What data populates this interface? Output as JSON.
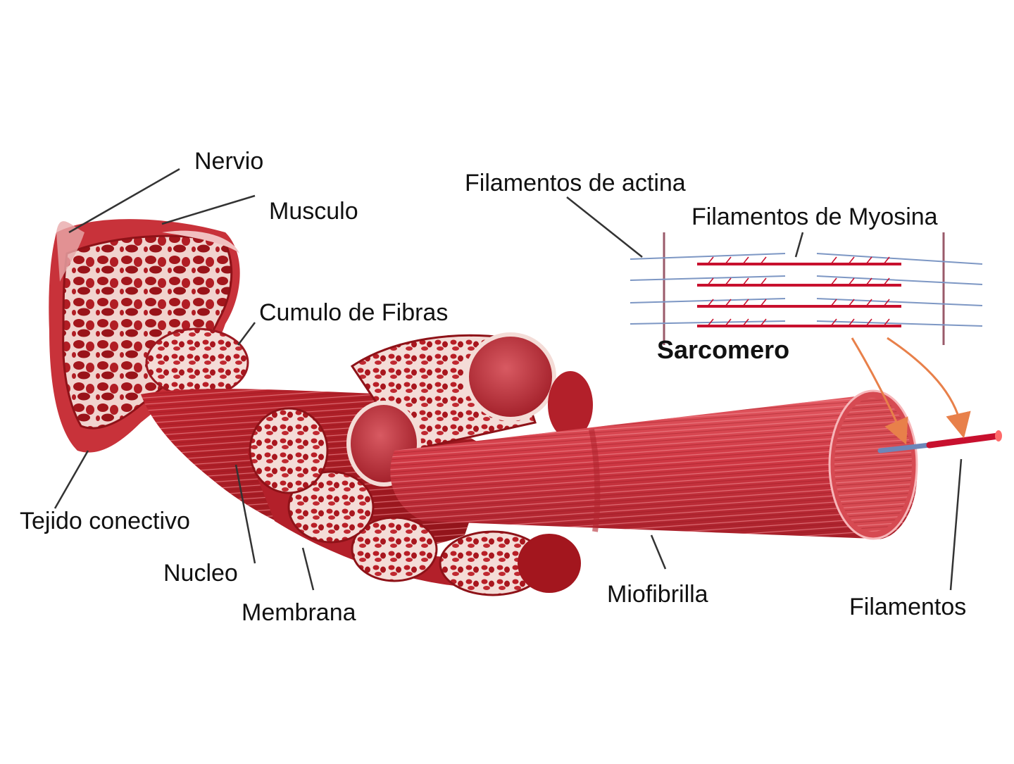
{
  "labels": {
    "nervio": "Nervio",
    "musculo": "Musculo",
    "cumulo": "Cumulo de Fibras",
    "tejido": "Tejido conectivo",
    "nucleo": "Nucleo",
    "membrana": "Membrana",
    "miofibrilla": "Miofibrilla",
    "filamentos": "Filamentos",
    "actina": "Filamentos de actina",
    "myosina": "Filamentos de Myosina",
    "sarcomero": "Sarcomero"
  },
  "colors": {
    "muscle_dark": "#a4161a",
    "muscle_mid": "#c8323a",
    "muscle_light": "#e8747a",
    "connective": "#f3d6d2",
    "actin_line": "#7d97c4",
    "myosin_line": "#c8102e",
    "z_line": "#9a5a6a",
    "leader_line": "#333333",
    "arrow": "#e8804a"
  }
}
